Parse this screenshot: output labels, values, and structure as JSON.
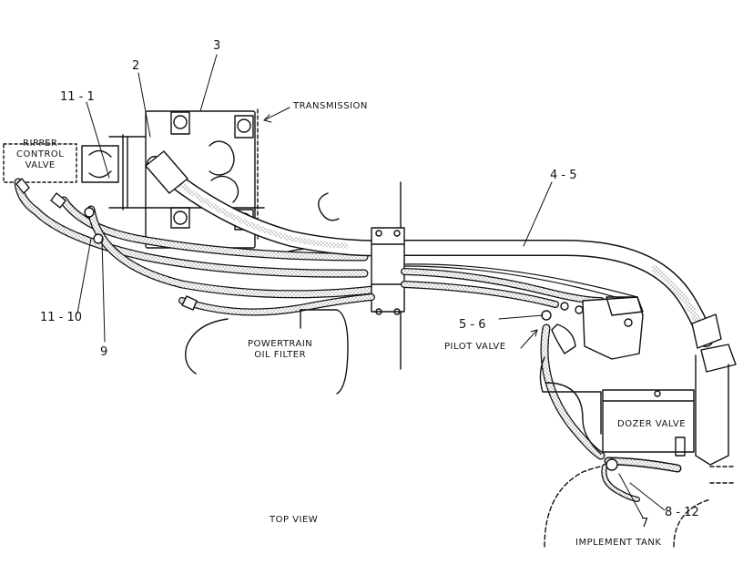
{
  "colors": {
    "ink": "#111111",
    "hose_fill": "#e6e6e6",
    "background": "#ffffff"
  },
  "labels": {
    "transmission": "TRANSMISSION",
    "ripper_control_valve": [
      "RIPPER",
      "CONTROL",
      "VALVE"
    ],
    "powertrain_oil_filter": [
      "POWERTRAIN",
      "OIL FILTER"
    ],
    "pilot_valve": "PILOT VALVE",
    "dozer_valve": "DOZER VALVE",
    "implement_tank": "IMPLEMENT TANK",
    "top_view": "TOP VIEW"
  },
  "callouts": {
    "c3": "3",
    "c2": "2",
    "c11_1": "11 - 1",
    "c4_5": "4 - 5",
    "c11_10": "11 - 10",
    "c9": "9",
    "c5_6": "5 - 6",
    "c7": "7",
    "c8_12": "8 - 12"
  }
}
